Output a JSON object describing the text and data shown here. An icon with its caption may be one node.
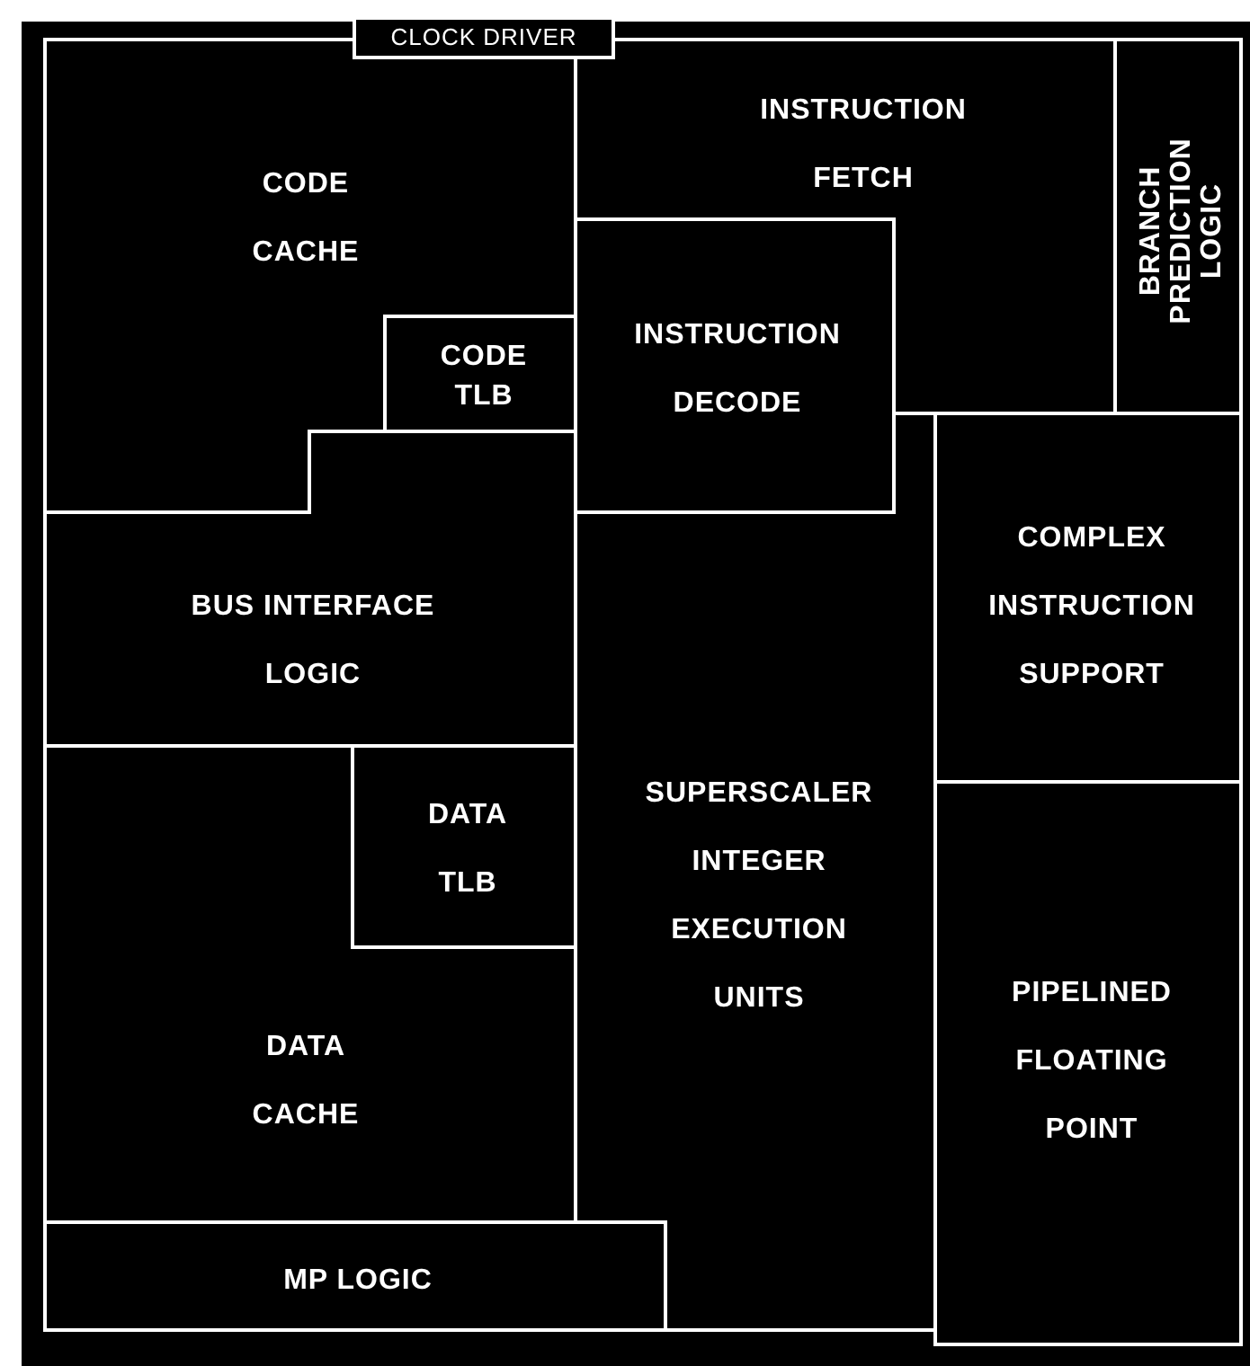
{
  "diagram": {
    "nodes": [
      {
        "text": [
          "CLOCK DRIVER"
        ]
      },
      {
        "text": [
          "CODE CACHE"
        ]
      },
      {
        "text": [
          "INSTRUCTION FETCH"
        ]
      },
      {
        "text": [
          "BRANCH PREDICTION LOGIC"
        ]
      },
      {
        "text": [
          "CODE TLB"
        ]
      },
      {
        "text": [
          "INSTRUCTION DECODE"
        ]
      },
      {
        "text": [
          "BUS INTERFACE LOGIC"
        ]
      },
      {
        "text": [
          "COMPLEX INSTRUCTION SUPPORT"
        ]
      },
      {
        "text": [
          "DATA TLB"
        ]
      },
      {
        "text": [
          "SUPERSCALER INTEGER EXECUTION UNITS"
        ]
      },
      {
        "text": [
          "DATA CACHE"
        ]
      },
      {
        "text": [
          "PIPELINED FLOATING POINT"
        ]
      },
      {
        "text": [
          "MP LOGIC"
        ]
      }
    ]
  }
}
